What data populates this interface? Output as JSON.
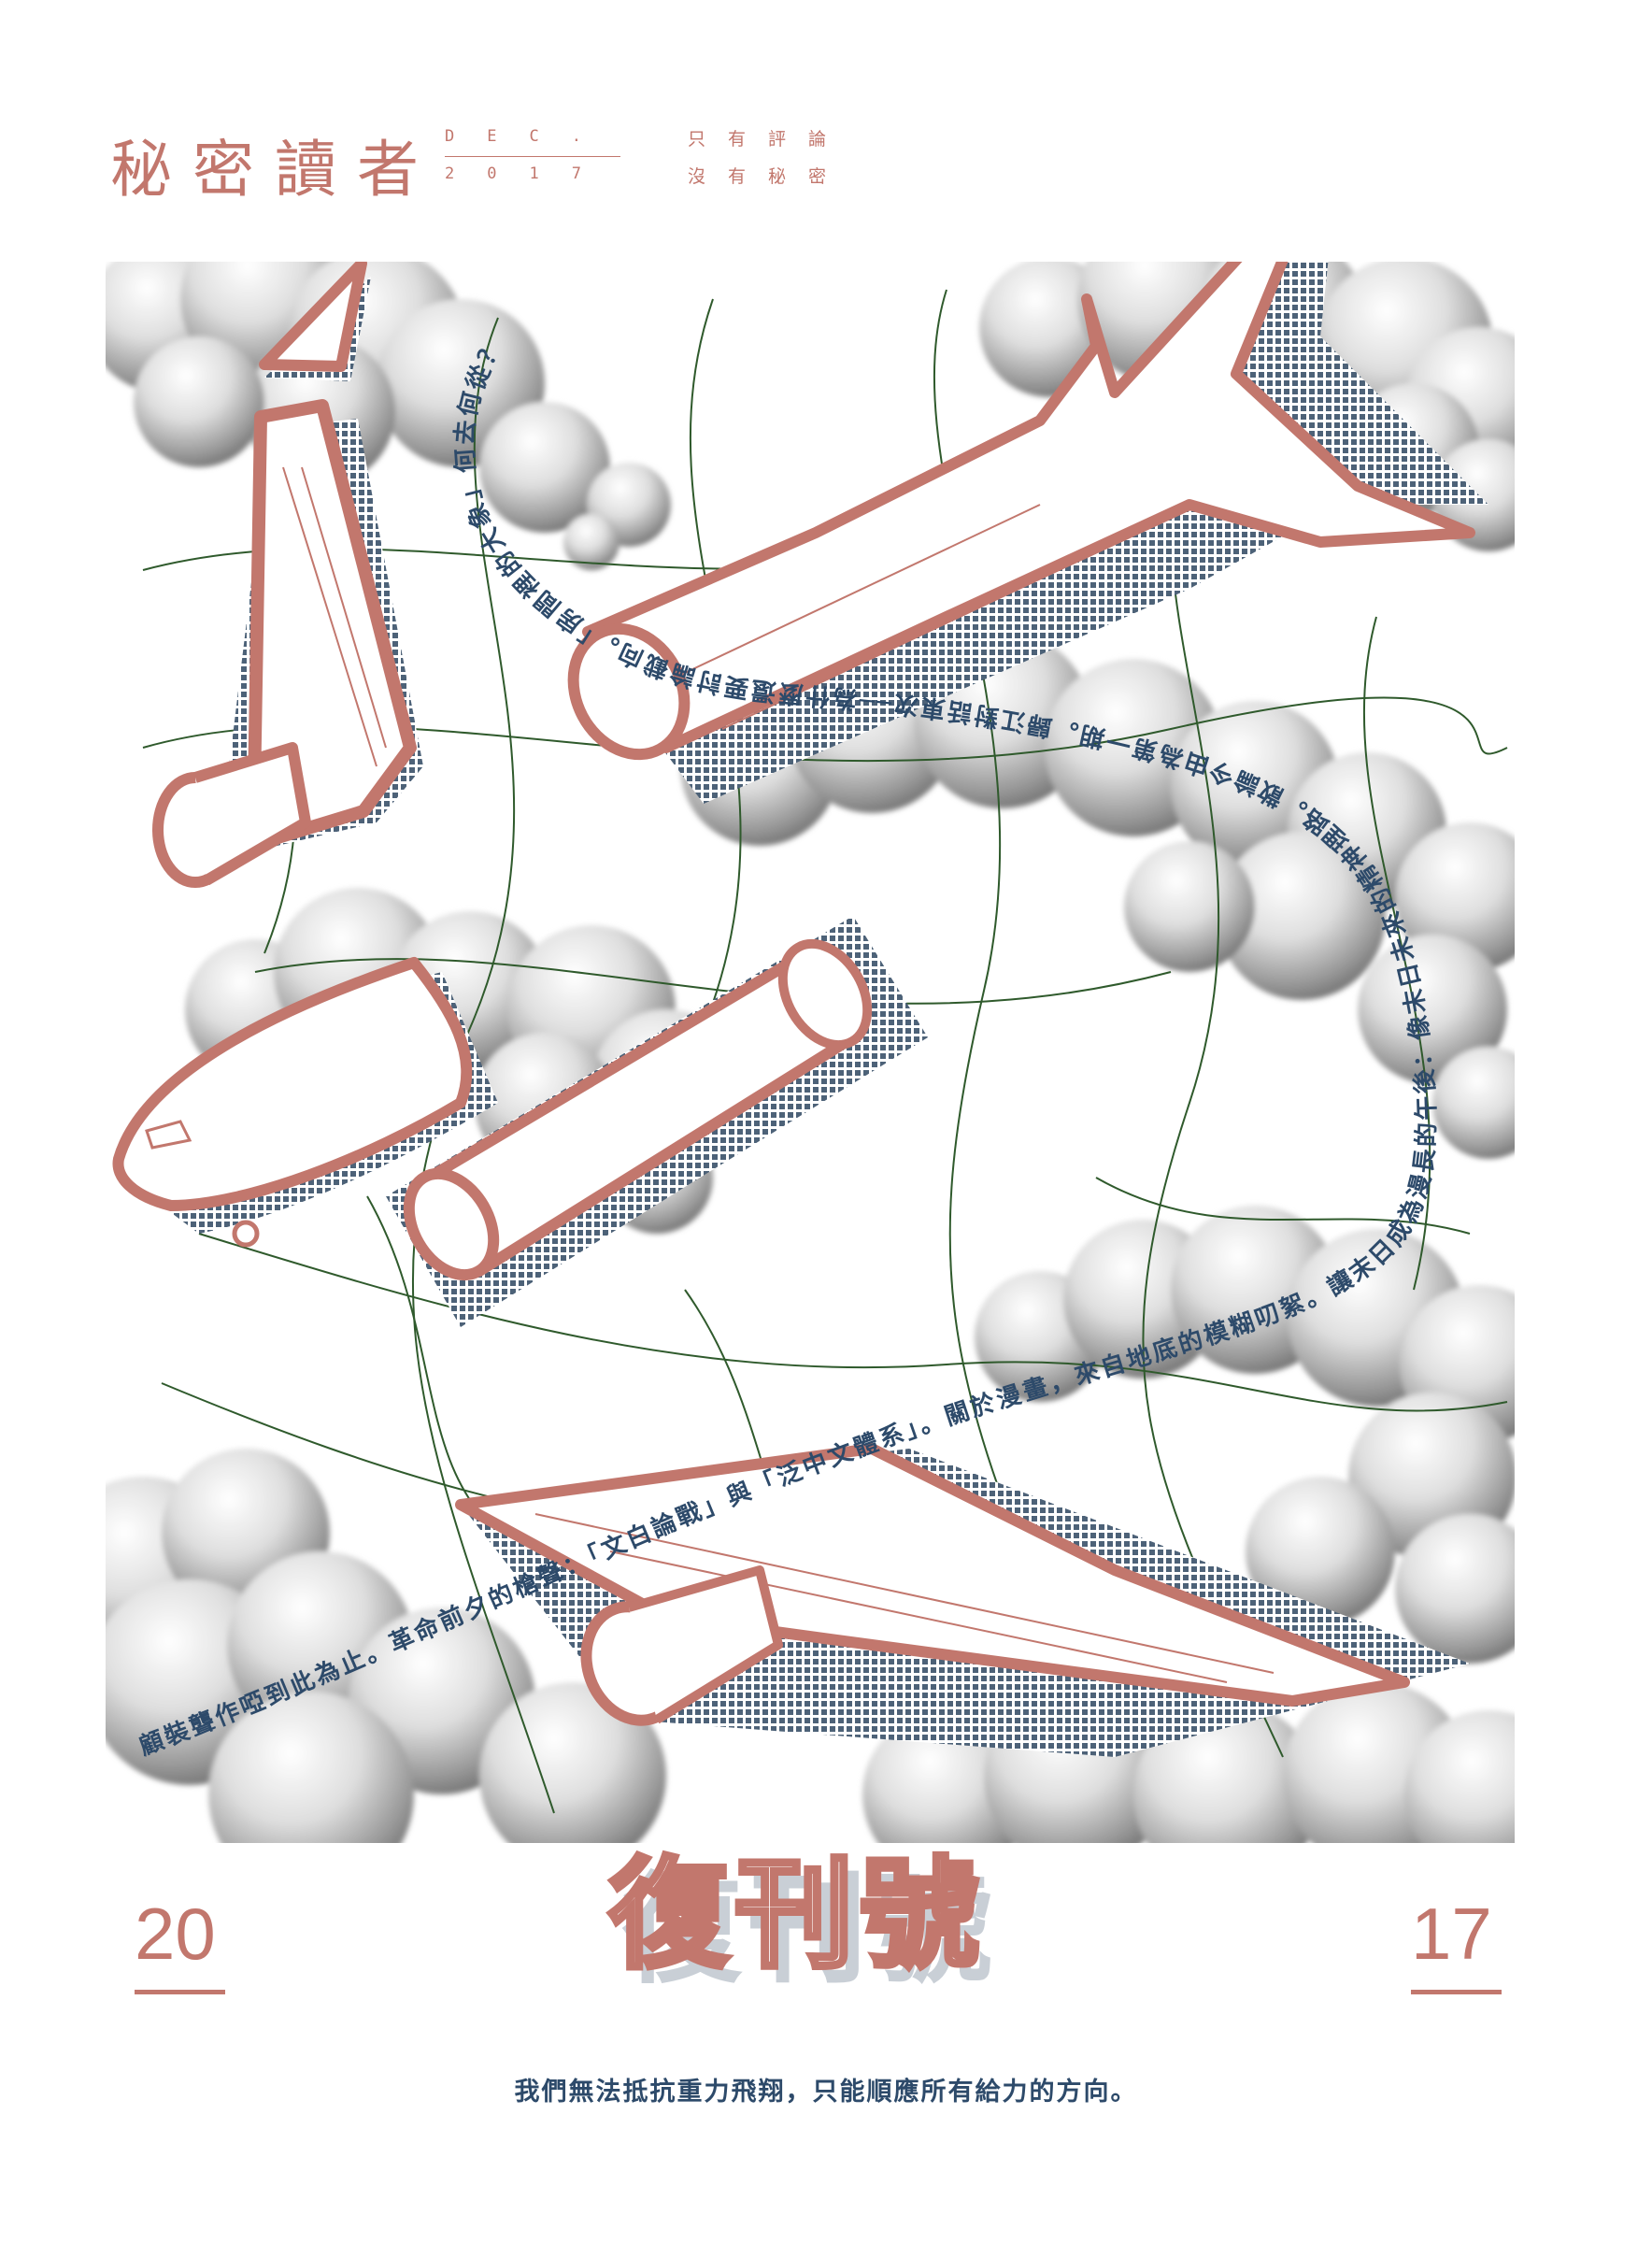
{
  "header": {
    "title": "秘密讀者",
    "issue_line1": "DEC.",
    "issue_line2": "2017",
    "tagline_line1": "只有評論",
    "tagline_line2": "沒有秘密"
  },
  "cover": {
    "headline_text": "顧裝聾作啞到此為止。革命前夕的槍聲：「文白論戰」與「泛中文體系」。關於漫畫，來自地底的模糊叨絮。讓末日成為漫長的午後：像末日未來的精神理路。散論今由為第一期。歸江對話東次──為什麼還要討論截向。「房間裡的大象」何去何從？"
  },
  "footer": {
    "year_left": "20",
    "year_right": "17",
    "reissue_title": "復刊號",
    "slogan": "我們無法抵抗重力飛翔，只能順應所有給力的方向。"
  },
  "colors": {
    "accent": "#c2776d",
    "navy": "#2d4a6a",
    "grid_green": "#2f5a2c",
    "halftone": "#4d6278"
  },
  "icons": [
    "airplane-tail-fin-icon",
    "airplane-wing-icon",
    "airplane-fuselage-icon",
    "cloud-icon"
  ]
}
